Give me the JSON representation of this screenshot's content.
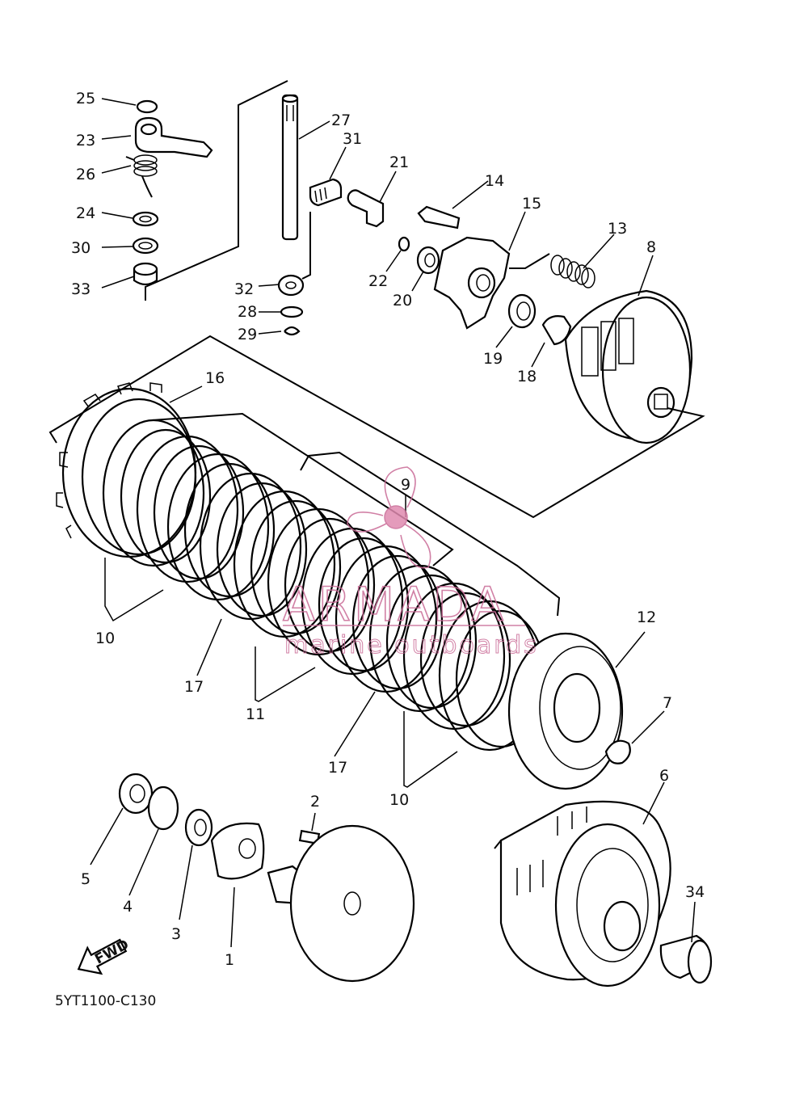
{
  "diagram": {
    "callouts": [
      {
        "id": "25",
        "label": "25"
      },
      {
        "id": "23",
        "label": "23"
      },
      {
        "id": "26",
        "label": "26"
      },
      {
        "id": "24",
        "label": "24"
      },
      {
        "id": "30",
        "label": "30"
      },
      {
        "id": "33",
        "label": "33"
      },
      {
        "id": "27",
        "label": "27"
      },
      {
        "id": "31",
        "label": "31"
      },
      {
        "id": "32",
        "label": "32"
      },
      {
        "id": "28",
        "label": "28"
      },
      {
        "id": "29",
        "label": "29"
      },
      {
        "id": "21",
        "label": "21"
      },
      {
        "id": "22",
        "label": "22"
      },
      {
        "id": "20",
        "label": "20"
      },
      {
        "id": "14",
        "label": "14"
      },
      {
        "id": "15",
        "label": "15"
      },
      {
        "id": "13",
        "label": "13"
      },
      {
        "id": "8",
        "label": "8"
      },
      {
        "id": "19",
        "label": "19"
      },
      {
        "id": "18",
        "label": "18"
      },
      {
        "id": "16",
        "label": "16"
      },
      {
        "id": "9",
        "label": "9"
      },
      {
        "id": "10a",
        "label": "10"
      },
      {
        "id": "17a",
        "label": "17"
      },
      {
        "id": "11",
        "label": "11"
      },
      {
        "id": "17b",
        "label": "17"
      },
      {
        "id": "10b",
        "label": "10"
      },
      {
        "id": "12",
        "label": "12"
      },
      {
        "id": "7",
        "label": "7"
      },
      {
        "id": "6",
        "label": "6"
      },
      {
        "id": "34",
        "label": "34"
      },
      {
        "id": "2",
        "label": "2"
      },
      {
        "id": "5",
        "label": "5"
      },
      {
        "id": "4",
        "label": "4"
      },
      {
        "id": "3",
        "label": "3"
      },
      {
        "id": "1",
        "label": "1"
      }
    ],
    "direction_arrow_label": "FWD",
    "diagram_code": "5YT1100-C130"
  },
  "watermark": {
    "brand": "ARMADA",
    "tagline": "marine outboards",
    "color": "#c96a96"
  }
}
